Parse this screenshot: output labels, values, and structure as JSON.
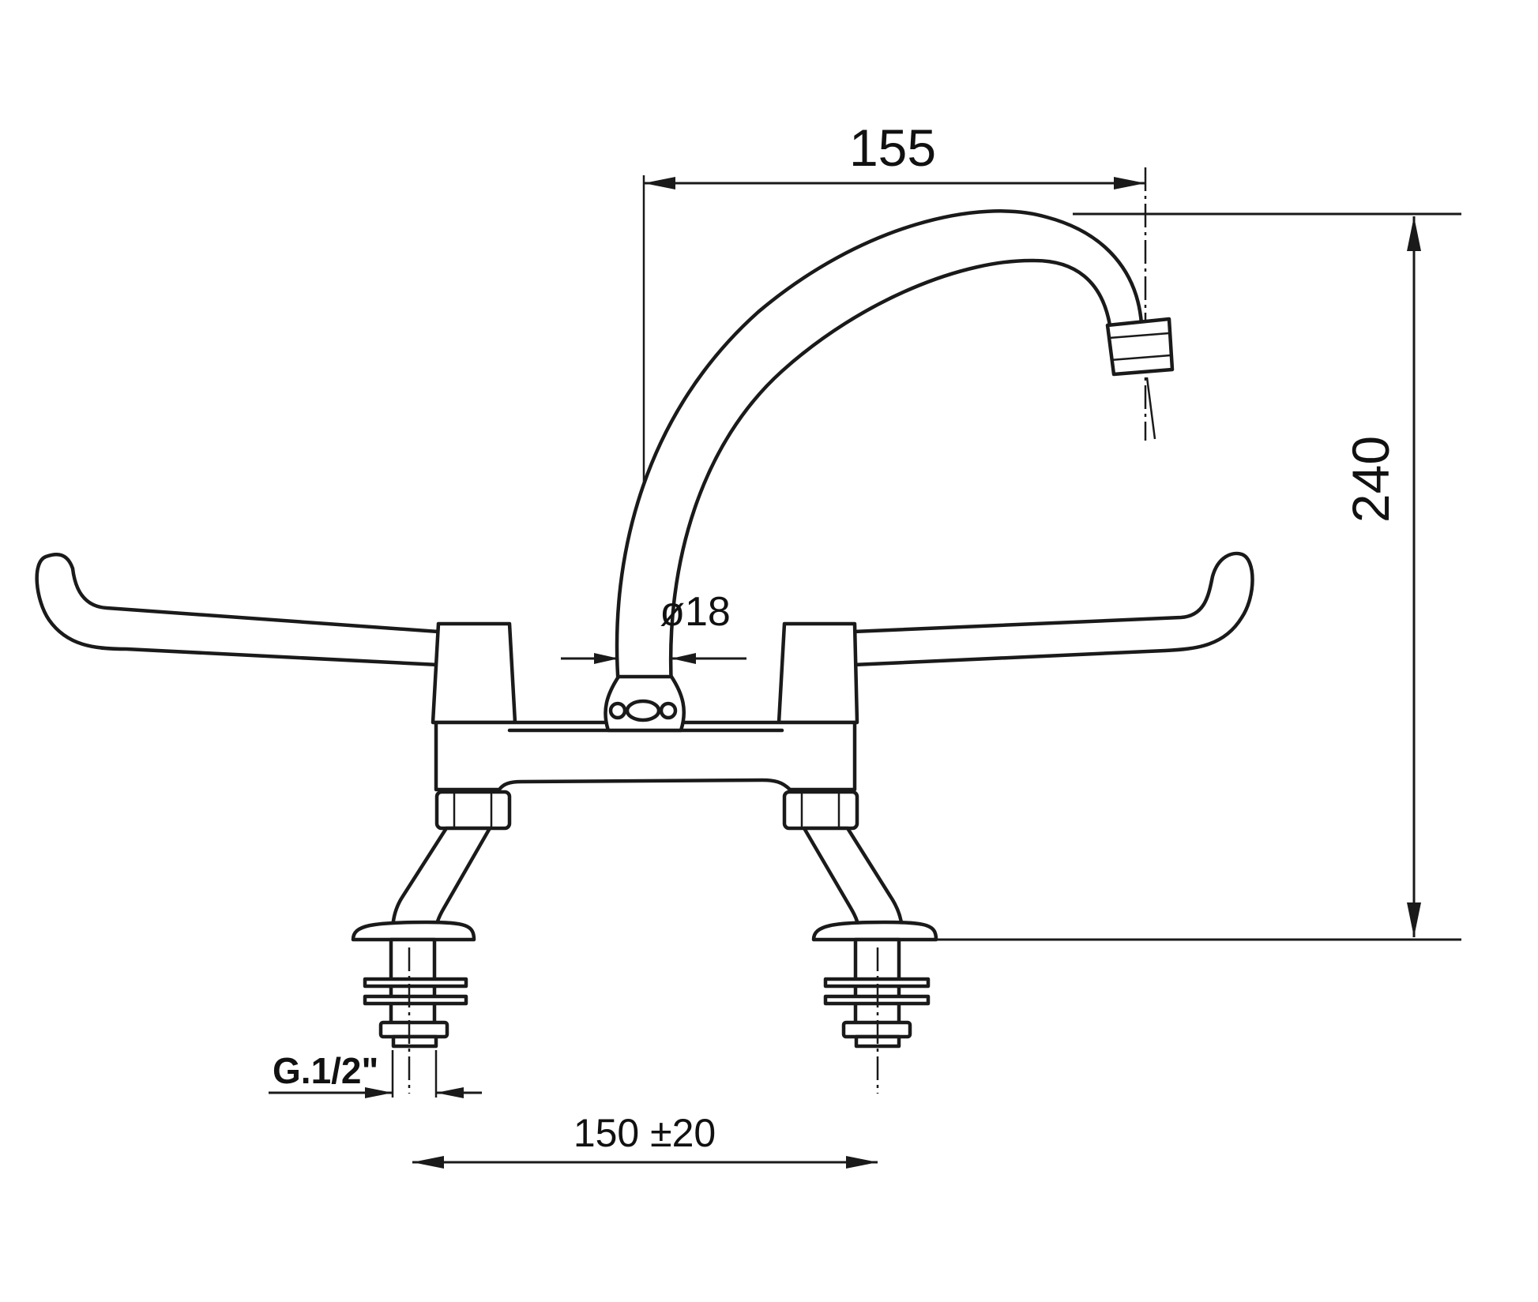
{
  "dimensions": {
    "spout_reach": "155",
    "total_height": "240",
    "spout_diameter": "ø18",
    "inlet_thread_main": "G.",
    "inlet_thread_fraction": "1/2",
    "inlet_thread_unit": "\"",
    "inlet_spacing": "150 ±20"
  }
}
